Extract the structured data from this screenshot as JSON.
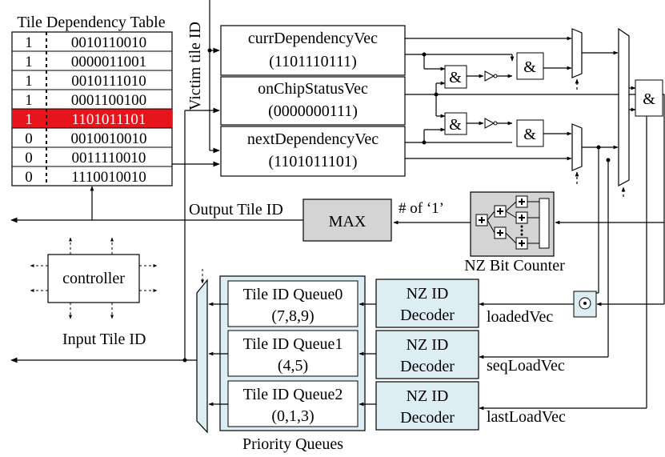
{
  "dependency_table": {
    "title": "Tile Dependency Table",
    "rows": [
      {
        "flag": "1",
        "vec": "0010110010",
        "highlighted": false
      },
      {
        "flag": "1",
        "vec": "0000011001",
        "highlighted": false
      },
      {
        "flag": "1",
        "vec": "0010111010",
        "highlighted": false
      },
      {
        "flag": "1",
        "vec": "0001100100",
        "highlighted": false
      },
      {
        "flag": "1",
        "vec": "1101011101",
        "highlighted": true
      },
      {
        "flag": "0",
        "vec": "0010010010",
        "highlighted": false
      },
      {
        "flag": "0",
        "vec": "0011110010",
        "highlighted": false
      },
      {
        "flag": "0",
        "vec": "1110010010",
        "highlighted": false
      }
    ]
  },
  "victim_label": "Victim tile ID",
  "registers": [
    {
      "name": "currDependencyVec",
      "value": "(1101110111)"
    },
    {
      "name": "onChipStatusVec",
      "value": "(0000000111)"
    },
    {
      "name": "nextDependencyVec",
      "value": "(1101011101)"
    }
  ],
  "gates": {
    "and": "&"
  },
  "max_block": {
    "label": "MAX",
    "output_label": "Output Tile ID",
    "count_label": "# of  ‘1’"
  },
  "nz_counter": {
    "label": "NZ Bit Counter"
  },
  "controller": {
    "label": "controller"
  },
  "input_label": "Input Tile ID",
  "queues": [
    {
      "name": "Tile ID Queue0",
      "contents": "(7,8,9)"
    },
    {
      "name": "Tile ID Queue1",
      "contents": "(4,5)"
    },
    {
      "name": "Tile ID Queue2",
      "contents": "(0,1,3)"
    }
  ],
  "queues_label": "Priority Queues",
  "decoders": [
    {
      "line1": "NZ ID",
      "line2": "Decoder"
    },
    {
      "line1": "NZ ID",
      "line2": "Decoder"
    },
    {
      "line1": "NZ ID",
      "line2": "Decoder"
    }
  ],
  "vectors": [
    "loadedVec",
    "seqLoadVec",
    "lastLoadVec"
  ],
  "colors": {
    "highlight": "#e8141b",
    "gray_block": "#d4d4d4",
    "queue_fill": "#dcedf3"
  }
}
